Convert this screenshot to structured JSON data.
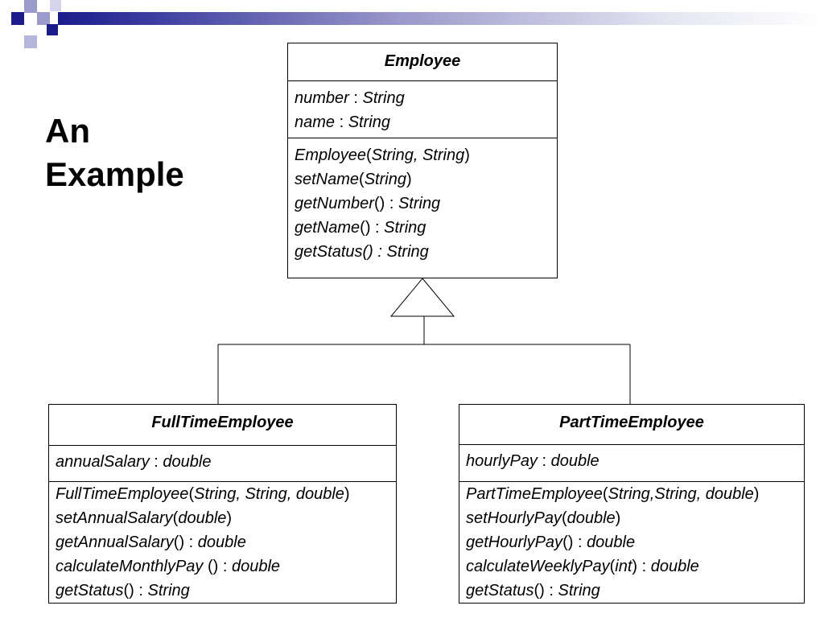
{
  "slide": {
    "title_line1": "An",
    "title_line2": "Example"
  },
  "colors": {
    "header_dark": "#1c1c8c",
    "header_light": "#9a9acb"
  },
  "classes": {
    "employee": {
      "name": "Employee",
      "attributes": [
        {
          "name": "number",
          "sep": " : ",
          "type": "String"
        },
        {
          "name": "name",
          "sep": " : ",
          "type": "String"
        }
      ],
      "methods": [
        {
          "name": "Employee",
          "args": "String, String",
          "ret": ""
        },
        {
          "name": "setName",
          "args": "String",
          "ret": ""
        },
        {
          "name": "getNumber",
          "args": "",
          "ret": "String"
        },
        {
          "name": "getName",
          "args": "",
          "ret": "String"
        },
        {
          "name": "getStatus",
          "args": "",
          "ret": "String",
          "all_italic": true
        }
      ]
    },
    "fulltime": {
      "name": "FullTimeEmployee",
      "attributes": [
        {
          "name": "annualSalary",
          "sep": " : ",
          "type": "double"
        }
      ],
      "methods": [
        {
          "name": "FullTimeEmployee",
          "args": "String, String, double",
          "ret": ""
        },
        {
          "name": "setAnnualSalary",
          "args": "double",
          "ret": ""
        },
        {
          "name": "getAnnualSalary",
          "args": "",
          "ret": "double"
        },
        {
          "name": "calculateMonthlyPay ",
          "args": "",
          "ret": "double"
        },
        {
          "name": "getStatus",
          "args": "",
          "ret": "String"
        }
      ]
    },
    "parttime": {
      "name": "PartTimeEmployee",
      "attributes": [
        {
          "name": "hourlyPay",
          "sep": " : ",
          "type": "double"
        }
      ],
      "methods": [
        {
          "name": "PartTimeEmployee",
          "args": "String,String, double",
          "ret": ""
        },
        {
          "name": "setHourlyPay",
          "args": "double",
          "ret": ""
        },
        {
          "name": "getHourlyPay",
          "args": "",
          "ret": "double"
        },
        {
          "name": "calculateWeeklyPay",
          "args": "int",
          "ret": "double"
        },
        {
          "name": "getStatus",
          "args": "",
          "ret": "String"
        }
      ]
    }
  }
}
